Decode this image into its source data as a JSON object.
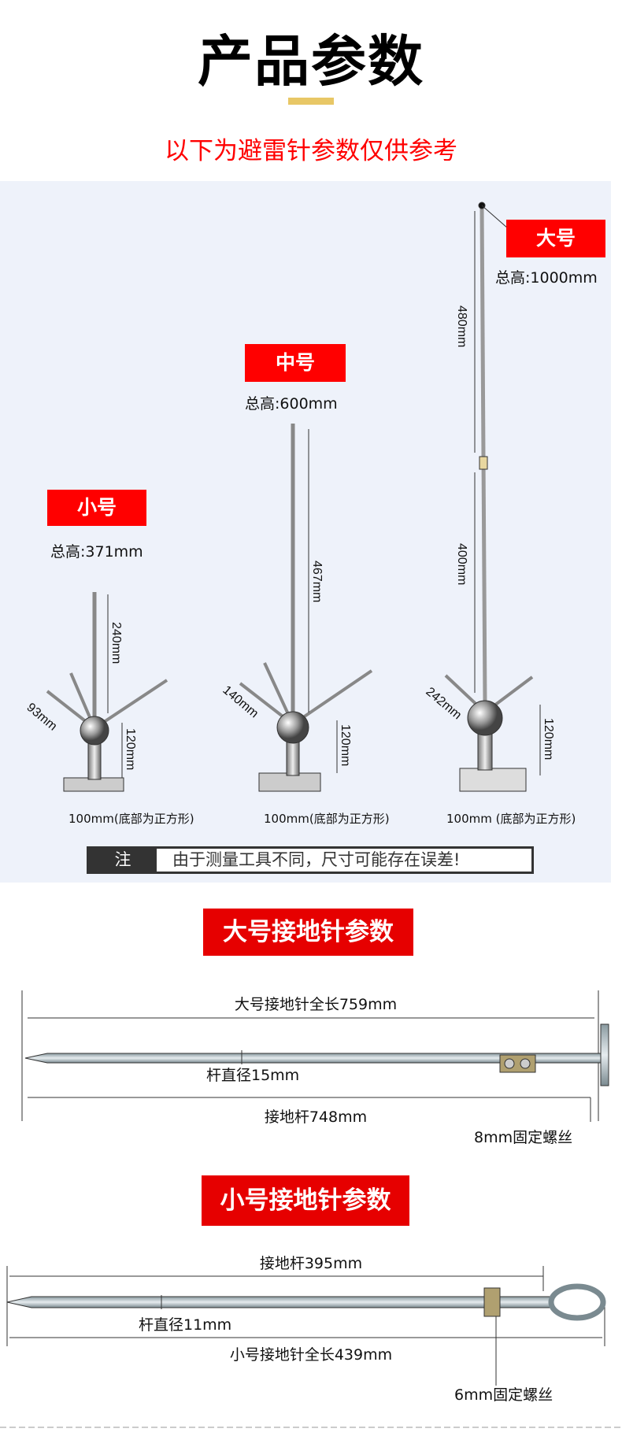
{
  "header": {
    "title": "产品参数",
    "subtitle": "以下为避雷针参数仅供参考"
  },
  "rods": [
    {
      "tag": "小号",
      "height": "总高:371mm",
      "dims": [
        "240mm",
        "120mm",
        "93mm"
      ],
      "base": "100mm(底部为正方形)"
    },
    {
      "tag": "中号",
      "height": "总高:600mm",
      "dims": [
        "467mm",
        "120mm",
        "140mm"
      ],
      "base": "100mm(底部为正方形)"
    },
    {
      "tag": "大号",
      "height": "总高:1000mm",
      "dims": [
        "480mm",
        "400mm",
        "242mm",
        "120mm"
      ],
      "base": "100mm (底部为正方形)"
    }
  ],
  "note": {
    "tag": "注",
    "text": "由于测量工具不同，尺寸可能存在误差!"
  },
  "ground_large": {
    "title": "大号接地针参数",
    "total": "大号接地针全长759mm",
    "diameter": "杆直径15mm",
    "rod": "接地杆748mm",
    "screw": "8mm固定螺丝"
  },
  "ground_small": {
    "title": "小号接地针参数",
    "rod": "接地杆395mm",
    "diameter": "杆直径11mm",
    "total": "小号接地针全长439mm",
    "screw": "6mm固定螺丝"
  }
}
